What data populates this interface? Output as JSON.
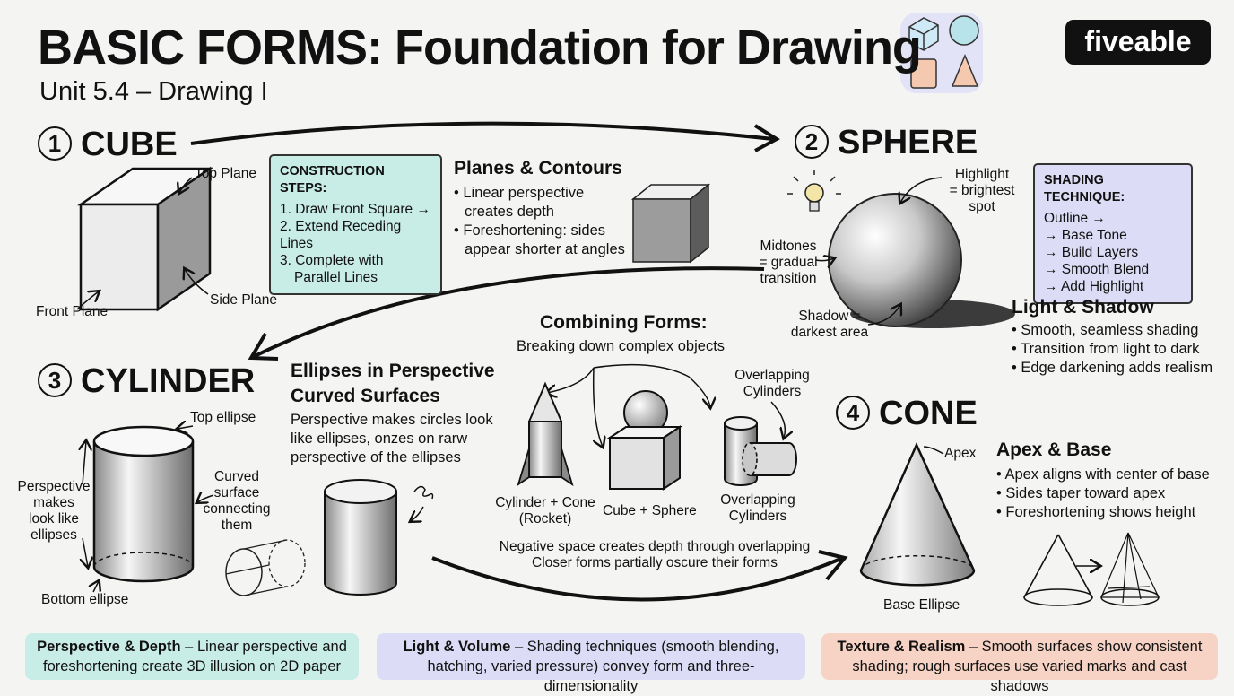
{
  "header": {
    "title": "BASIC FORMS: Foundation for Drawing",
    "subtitle": "Unit 5.4 – Drawing I",
    "logo": "fiveable",
    "logo_icon": "shapes-icon"
  },
  "cube": {
    "number": "1",
    "heading": "CUBE",
    "labels": {
      "top": "Top Plane",
      "front": "Front Plane",
      "side": "Side Plane"
    },
    "steps_title": "CONSTRUCTION STEPS:",
    "steps": [
      "1. Draw Front Square →",
      "2. Extend Receding Lines",
      "3. Complete with",
      "Parallel Lines"
    ],
    "planes_title": "Planes & Contours",
    "planes_bullets": [
      "• Linear perspective",
      "creates depth",
      "• Foreshortening: sides",
      "appear shorter at angles"
    ]
  },
  "sphere": {
    "number": "2",
    "heading": "SPHERE",
    "labels": {
      "highlight": [
        "Highlight",
        "= brightest",
        "spot"
      ],
      "midtones": [
        "Midtones",
        "= gradual",
        "transition"
      ],
      "shadow": [
        "Shadow =",
        "darkest area"
      ]
    },
    "shading_title": "SHADING TECHNIQUE:",
    "shading_steps": [
      "Outline →",
      "→ Base Tone",
      "→ Build Layers",
      "→ Smooth Blend",
      "→ Add Highlight"
    ],
    "light_title": "Light & Shadow",
    "light_bullets": [
      "• Smooth, seamless shading",
      "• Transition from light to dark",
      "• Edge darkening adds realism"
    ]
  },
  "cylinder": {
    "number": "3",
    "heading": "CYLINDER",
    "labels": {
      "top": "Top ellipse",
      "bottom": "Bottom ellipse",
      "left": [
        "Perspective",
        "makes",
        "look like",
        "ellipses"
      ],
      "curved": [
        "Curved",
        "surface",
        "connecting",
        "them"
      ]
    },
    "ellipse_title": [
      "Ellipses in Perspective",
      "Curved Surfaces"
    ],
    "ellipse_text": [
      "Perspective makes circles look",
      "like ellipses, onzes on rarw",
      "perspective of the ellipses"
    ]
  },
  "combining": {
    "title": "Combining Forms:",
    "subtitle": "Breaking down complex objects",
    "rocket": [
      "Cylinder + Cone",
      "(Rocket)"
    ],
    "cube_sphere": "Cube + Sphere",
    "overlap_top": [
      "Overlapping",
      "Cylinders"
    ],
    "overlap_bottom": [
      "Overlapping",
      "Cylinders"
    ],
    "note": [
      "Negative space creates depth through overlapping",
      "Closer forms partially oscure their forms"
    ]
  },
  "cone": {
    "number": "4",
    "heading": "CONE",
    "labels": {
      "apex": "Apex",
      "base": "Base Ellipse"
    },
    "apex_title": "Apex & Base",
    "apex_bullets": [
      "• Apex aligns with center of base",
      "• Sides taper toward apex",
      "• Foreshortening shows height"
    ]
  },
  "footer": [
    {
      "bold": "Perspective & Depth",
      "text": " – Linear perspective and",
      "text2": "foreshortening create 3D illusion on 2D paper",
      "color": "#c8ece6"
    },
    {
      "bold": "Light & Volume",
      "text": " – Shading techniques (smooth blending,",
      "text2": "hatching, varied pressure) convey form and three-dimensionality",
      "color": "#dcdcf6"
    },
    {
      "bold": "Texture & Realism",
      "text": " – Smooth surfaces show consistent",
      "text2": "shading; rough surfaces use varied marks and cast shadows",
      "color": "#f6d3c4"
    }
  ],
  "colors": {
    "teal": "#c8ece6",
    "lavender": "#dcdcf6",
    "peach": "#f6d3c4",
    "ink": "#111111"
  }
}
